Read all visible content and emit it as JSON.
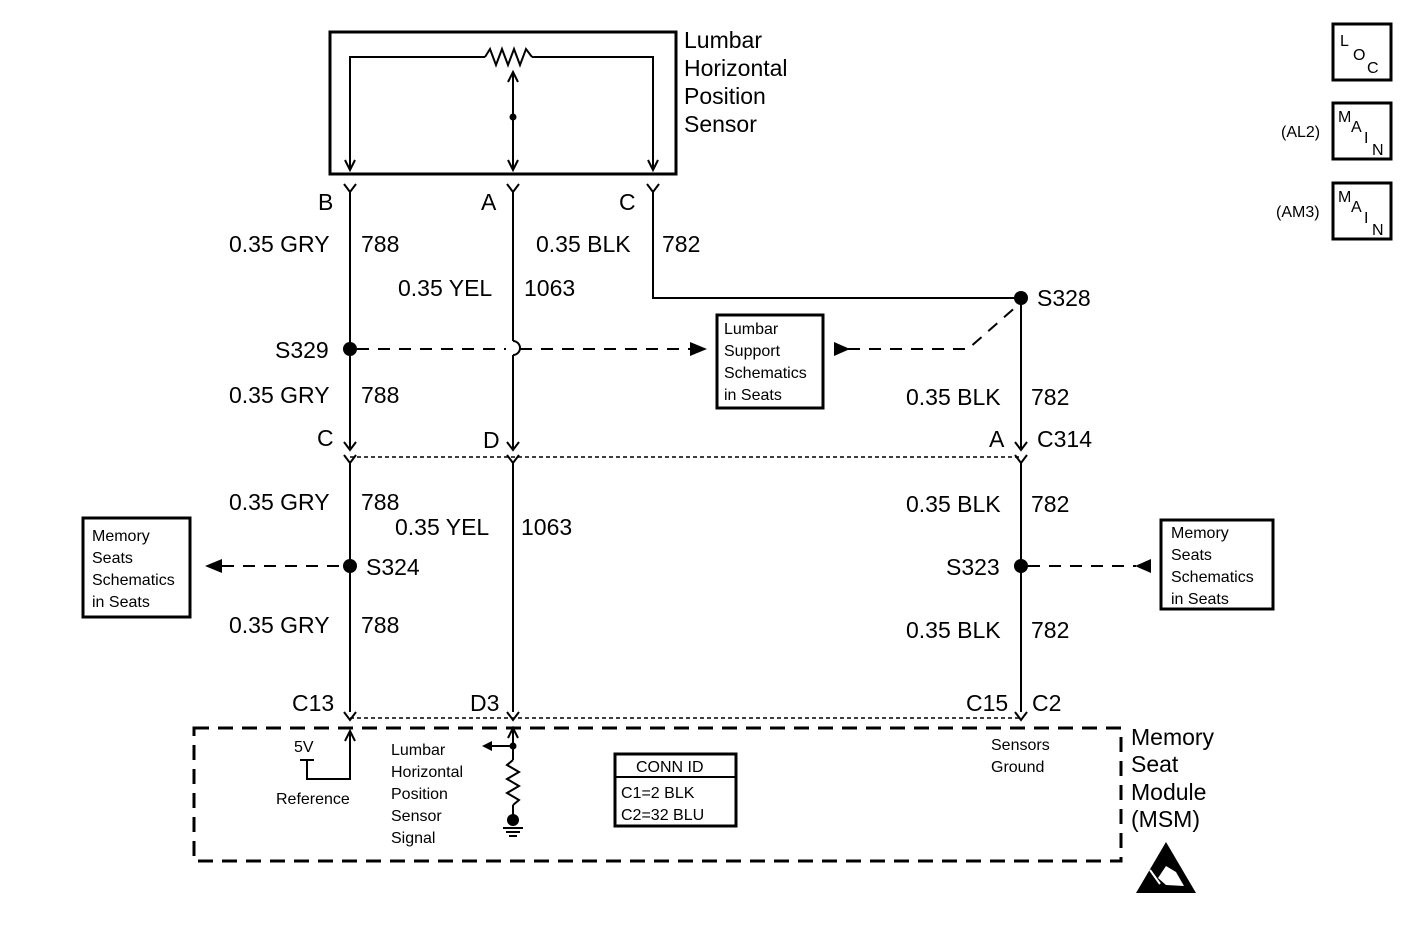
{
  "sensor": {
    "title_lines": [
      "Lumbar",
      "Horizontal",
      "Position",
      "Sensor"
    ]
  },
  "symbols": {
    "loc": [
      "L",
      "O",
      "C"
    ],
    "main": [
      "M",
      "A",
      "I",
      "N"
    ],
    "al2": "(AL2)",
    "am3": "(AM3)"
  },
  "pins_top": {
    "b": "B",
    "a": "A",
    "c": "C"
  },
  "wires": {
    "gry_1": "0.35 GRY",
    "gry_1_ckt": "788",
    "blk_top": "0.35 BLK",
    "blk_top_ckt": "782",
    "yel_1": "0.35 YEL",
    "yel_1_ckt": "1063",
    "gry_2": "0.35 GRY",
    "gry_2_ckt": "788",
    "blk_2": "0.35 BLK",
    "blk_2_ckt": "782",
    "gry_3": "0.35 GRY",
    "gry_3_ckt": "788",
    "yel_2": "0.35 YEL",
    "yel_2_ckt": "1063",
    "blk_3": "0.35 BLK",
    "blk_3_ckt": "782",
    "gry_4": "0.35 GRY",
    "gry_4_ckt": "788",
    "blk_4": "0.35 BLK",
    "blk_4_ckt": "782"
  },
  "splices": {
    "s328": "S328",
    "s329": "S329",
    "s324": "S324",
    "s323": "S323"
  },
  "connector_c314": {
    "c": "C",
    "d": "D",
    "a": "A",
    "name": "C314"
  },
  "module_pins": {
    "c13": "C13",
    "d3": "D3",
    "c15": "C15",
    "c2": "C2"
  },
  "boxes": {
    "lumbar_support": [
      "Lumbar",
      "Support",
      "Schematics",
      "in Seats"
    ],
    "memory_left": [
      "Memory",
      "Seats",
      "Schematics",
      "in Seats"
    ],
    "memory_right": [
      "Memory",
      "Seats",
      "Schematics",
      "in Seats"
    ]
  },
  "module": {
    "v5": "5V",
    "reference": "Reference",
    "signal_lines": [
      "Lumbar",
      "Horizontal",
      "Position",
      "Sensor",
      "Signal"
    ],
    "ground_lines": [
      "Sensors",
      "Ground"
    ],
    "conn_id_title": "CONN ID",
    "conn_id_rows": [
      "C1=2 BLK",
      "C2=32 BLU"
    ],
    "name_lines": [
      "Memory",
      "Seat",
      "Module",
      "(MSM)"
    ]
  }
}
